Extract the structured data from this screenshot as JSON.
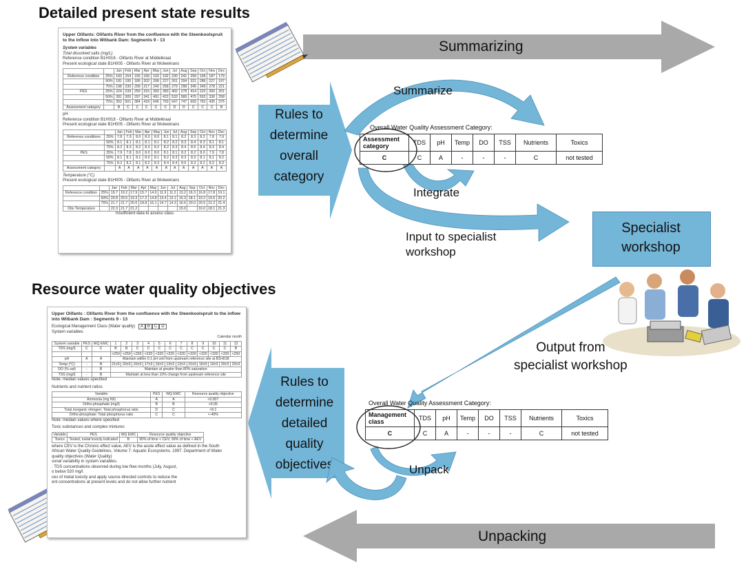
{
  "headings": {
    "top": "Detailed present state results",
    "bottom": "Resource water quality objectives"
  },
  "arrows": {
    "summarizing": "Summarizing",
    "unpacking": "Unpacking"
  },
  "rules_top": [
    "Rules to",
    "determine",
    "overall",
    "category"
  ],
  "rules_bottom": [
    "Rules to",
    "determine",
    "detailed",
    "quality",
    "objectives"
  ],
  "labels": {
    "summarize": "Summarize",
    "integrate": "Integrate",
    "input": [
      "Input to specialist",
      "workshop"
    ],
    "output": [
      "Output from",
      "specialist workshop"
    ],
    "unpack": "Unpack"
  },
  "specialist": [
    "Specialist",
    "workshop"
  ],
  "table_top": {
    "title": "Overall Water Quality Assessment Category:",
    "headers": [
      "Assessment category",
      "TDS",
      "pH",
      "Temp",
      "DO",
      "TSS",
      "Nutrients",
      "Toxics"
    ],
    "values": [
      "C",
      "C",
      "A",
      "-",
      "-",
      "-",
      "C",
      "not tested"
    ]
  },
  "table_bottom": {
    "title": "Overall Water Quality Assessment Category:",
    "headers": [
      "Management class",
      "TDS",
      "pH",
      "Temp",
      "DO",
      "TSS",
      "Nutrients",
      "Toxics"
    ],
    "values": [
      "C",
      "C",
      "A",
      "-",
      "-",
      "-",
      "C",
      "not tested"
    ]
  },
  "doc_top": {
    "title": "Upper Olifants: Olifants River from the confluence with the Steenkoolspruit to the inflow into Witbank Dam: Segments 9 - 13",
    "section1": "System variables",
    "sub1": "Total dissolved salts (mg/L)",
    "ref1": "Reference condition        B1H018 - Olifants River at Middelkraal",
    "pes1": "Present ecological state     B1H005 - Olifants River at Wolwekrans",
    "months": [
      "Jan",
      "Feb",
      "Mar",
      "Apr",
      "May",
      "Jun",
      "Jul",
      "Aug",
      "Sep",
      "Oct",
      "Nov",
      "Dec"
    ],
    "rows1": [
      [
        "Reference condition",
        "25%",
        "160",
        "154",
        "155",
        "166",
        "193",
        "192",
        "230",
        "241",
        "299",
        "195",
        "187",
        "179"
      ],
      [
        "",
        "50%",
        "181",
        "195",
        "185",
        "202",
        "208",
        "227",
        "261",
        "294",
        "321",
        "286",
        "227",
        "197"
      ],
      [
        "",
        "75%",
        "198",
        "230",
        "209",
        "217",
        "240",
        "258",
        "279",
        "298",
        "345",
        "349",
        "278",
        "221"
      ],
      [
        "PES",
        "25%",
        "224",
        "239",
        "259",
        "316",
        "393",
        "383",
        "402",
        "278",
        "414",
        "222",
        "260",
        "201"
      ],
      [
        "",
        "50%",
        "281",
        "305",
        "297",
        "341",
        "491",
        "422",
        "533",
        "589",
        "475",
        "502",
        "336",
        "258"
      ],
      [
        "",
        "75%",
        "352",
        "501",
        "384",
        "418",
        "646",
        "793",
        "647",
        "747",
        "693",
        "762",
        "435",
        "375"
      ],
      [
        "Assessment category",
        "",
        "B",
        "C",
        "C",
        "C",
        "C",
        "C",
        "D",
        "D",
        "C",
        "C",
        "C",
        "B"
      ]
    ],
    "sub2": "pH",
    "ref2": "Reference condition        B1H018 - Olifants River at Middelkraal",
    "pes2": "Present ecological state     B1H005 - Olifants River at Wolwekrans",
    "rows2": [
      [
        "Reference conditions",
        "25%",
        "7.8",
        "7.9",
        "8.0",
        "8.0",
        "8.0",
        "8.1",
        "8.1",
        "8.2",
        "8.3",
        "8.2",
        "7.8",
        "7.9"
      ],
      [
        "",
        "50%",
        "8.1",
        "8.1",
        "8.1",
        "8.1",
        "8.1",
        "8.2",
        "8.2",
        "8.3",
        "8.4",
        "8.3",
        "8.1",
        "8.1"
      ],
      [
        "",
        "75%",
        "8.2",
        "8.3",
        "8.2",
        "8.3",
        "8.2",
        "8.2",
        "8.3",
        "8.4",
        "8.5",
        "8.4",
        "8.3",
        "8.4"
      ],
      [
        "PES",
        "25%",
        "7.9",
        "7.8",
        "8.0",
        "8.0",
        "8.0",
        "8.1",
        "8.1",
        "8.2",
        "8.2",
        "8.0",
        "7.9",
        "7.8"
      ],
      [
        "",
        "50%",
        "8.1",
        "8.1",
        "8.1",
        "8.0",
        "8.1",
        "8.2",
        "8.3",
        "8.3",
        "8.3",
        "8.1",
        "8.1",
        "8.2"
      ],
      [
        "",
        "75%",
        "8.2",
        "8.2",
        "8.1",
        "8.2",
        "8.3",
        "8.4",
        "8.4",
        "8.5",
        "8.3",
        "8.2",
        "8.3",
        "8.3"
      ],
      [
        "Assessment category",
        "",
        "A",
        "A",
        "A",
        "A",
        "A",
        "A",
        "A",
        "A",
        "A",
        "A",
        "A",
        "A"
      ]
    ],
    "sub3": "Temperature (°C)",
    "pes3": "Present ecological state     B1H005 - Olifants River at Wolwekrans",
    "rows3": [
      [
        "Reference condition",
        "25%",
        "19.7",
        "19.2",
        "17.9",
        "15.7",
        "14.0",
        "11.9",
        "11.2",
        "13.2",
        "16.3",
        "16.8",
        "17.8",
        "19.1"
      ],
      [
        "",
        "50%",
        "20.8",
        "20.5",
        "19.3",
        "17.2",
        "14.8",
        "13.4",
        "13.1",
        "15.3",
        "18.1",
        "19.2",
        "19.6",
        "20.2"
      ],
      [
        "",
        "75%",
        "21.7",
        "21.7",
        "20.6",
        "18.8",
        "16.1",
        "14.7",
        "14.3",
        "16.6",
        "20.0",
        "20.5",
        "21.2",
        "21.4"
      ],
      [
        "Obs Temperature",
        "",
        "22.3",
        "21.7",
        "21.2",
        "",
        "",
        "",
        "",
        "15.0",
        "",
        "16.0",
        "18.1",
        "21.3"
      ]
    ],
    "note3": "Insufficient data to assess class"
  },
  "doc_bottom": {
    "title": "Upper Olifants : Olifants River from the confluence with the Steenkoolspruit to the inflow into Witbank Dam : Segments 9 - 13",
    "emc": "Ecological Management Class (Water quality)",
    "emc_classes": [
      "A",
      "B",
      "C",
      "D"
    ],
    "section1": "System variables",
    "calendar": "Calendar month",
    "cols": [
      "System variable",
      "PES",
      "WQ EMC",
      "1",
      "2",
      "3",
      "4",
      "5",
      "6",
      "7",
      "8",
      "9",
      "10",
      "11",
      "12"
    ],
    "rows": [
      [
        "TDS (mg/l)",
        "C",
        "C",
        "B",
        "B",
        "C",
        "C",
        "C",
        "C",
        "C",
        "C",
        "C",
        "C",
        "C",
        "B"
      ],
      [
        "",
        "",
        "",
        "<250",
        "<250",
        "<250",
        "<320",
        "<320",
        "<320",
        "<320",
        "<320",
        "<320",
        "<320",
        "<320",
        "<250"
      ],
      [
        "pH",
        "A",
        "A",
        "Maintain within 0.1 pH unit from upstream reference site at B1H018"
      ],
      [
        "Temp (°C)",
        "-",
        "B",
        "21±3",
        "20±3",
        "20±3",
        "17±3",
        "15±3",
        "13±3",
        "13±3",
        "15±3",
        "18±3",
        "19±3",
        "20±3",
        "20±3"
      ],
      [
        "DO (% sat)",
        "-",
        "B",
        "Maintain at greater than 80% saturation"
      ],
      [
        "TSS (mg/l)",
        "-",
        "B",
        "Maintain at less than 10% change from upstream reference site"
      ]
    ],
    "note1": "Note: median values specified",
    "section2": "Nutrients and nutrient ratios",
    "nut_cols": [
      "Variable",
      "PES",
      "WQ EMC",
      "Resource quality objective"
    ],
    "nut_rows": [
      [
        "Ammonia (mg N/l)",
        "A",
        "A",
        "<0.007"
      ],
      [
        "Ortho-phosphate (mg/l)",
        "B",
        "B",
        "<0.05"
      ],
      [
        "Total inorganic nitrogen: Total phosphorus ratio",
        "D",
        "C",
        "<5:1"
      ],
      [
        "Ortho-phosphate: Total phosphorus ratio",
        "C",
        "C",
        "<-40%"
      ]
    ],
    "note2": "Note: median values where specified",
    "section3": "Toxic substances and complex mixtures",
    "tox_cols": [
      "Variable",
      "PES",
      "WQ EMC",
      "Resource quality objective"
    ],
    "tox_row": [
      "Toxics",
      "Tested, metal toxicity indicated",
      "B",
      "95% of time < CEV; 99% of time < AEV"
    ],
    "foot": [
      "where CEV is the Chronic effect value, AEV is the acute effect value as defined in the South",
      "African Water Quality Guidelines, Volume 7: Aquatic Ecosystems. 1997. Department of Water",
      "quality objectives (Water Quality)",
      "sonal variability in system variables.",
      ": TDS concentrations observed during low flow months (July, August,",
      "o below 520 mg/l.",
      "ces of metal toxicity and apply source directed controls to reduce the",
      "ent concentrations at present levels and do not allow further nutrient"
    ]
  }
}
